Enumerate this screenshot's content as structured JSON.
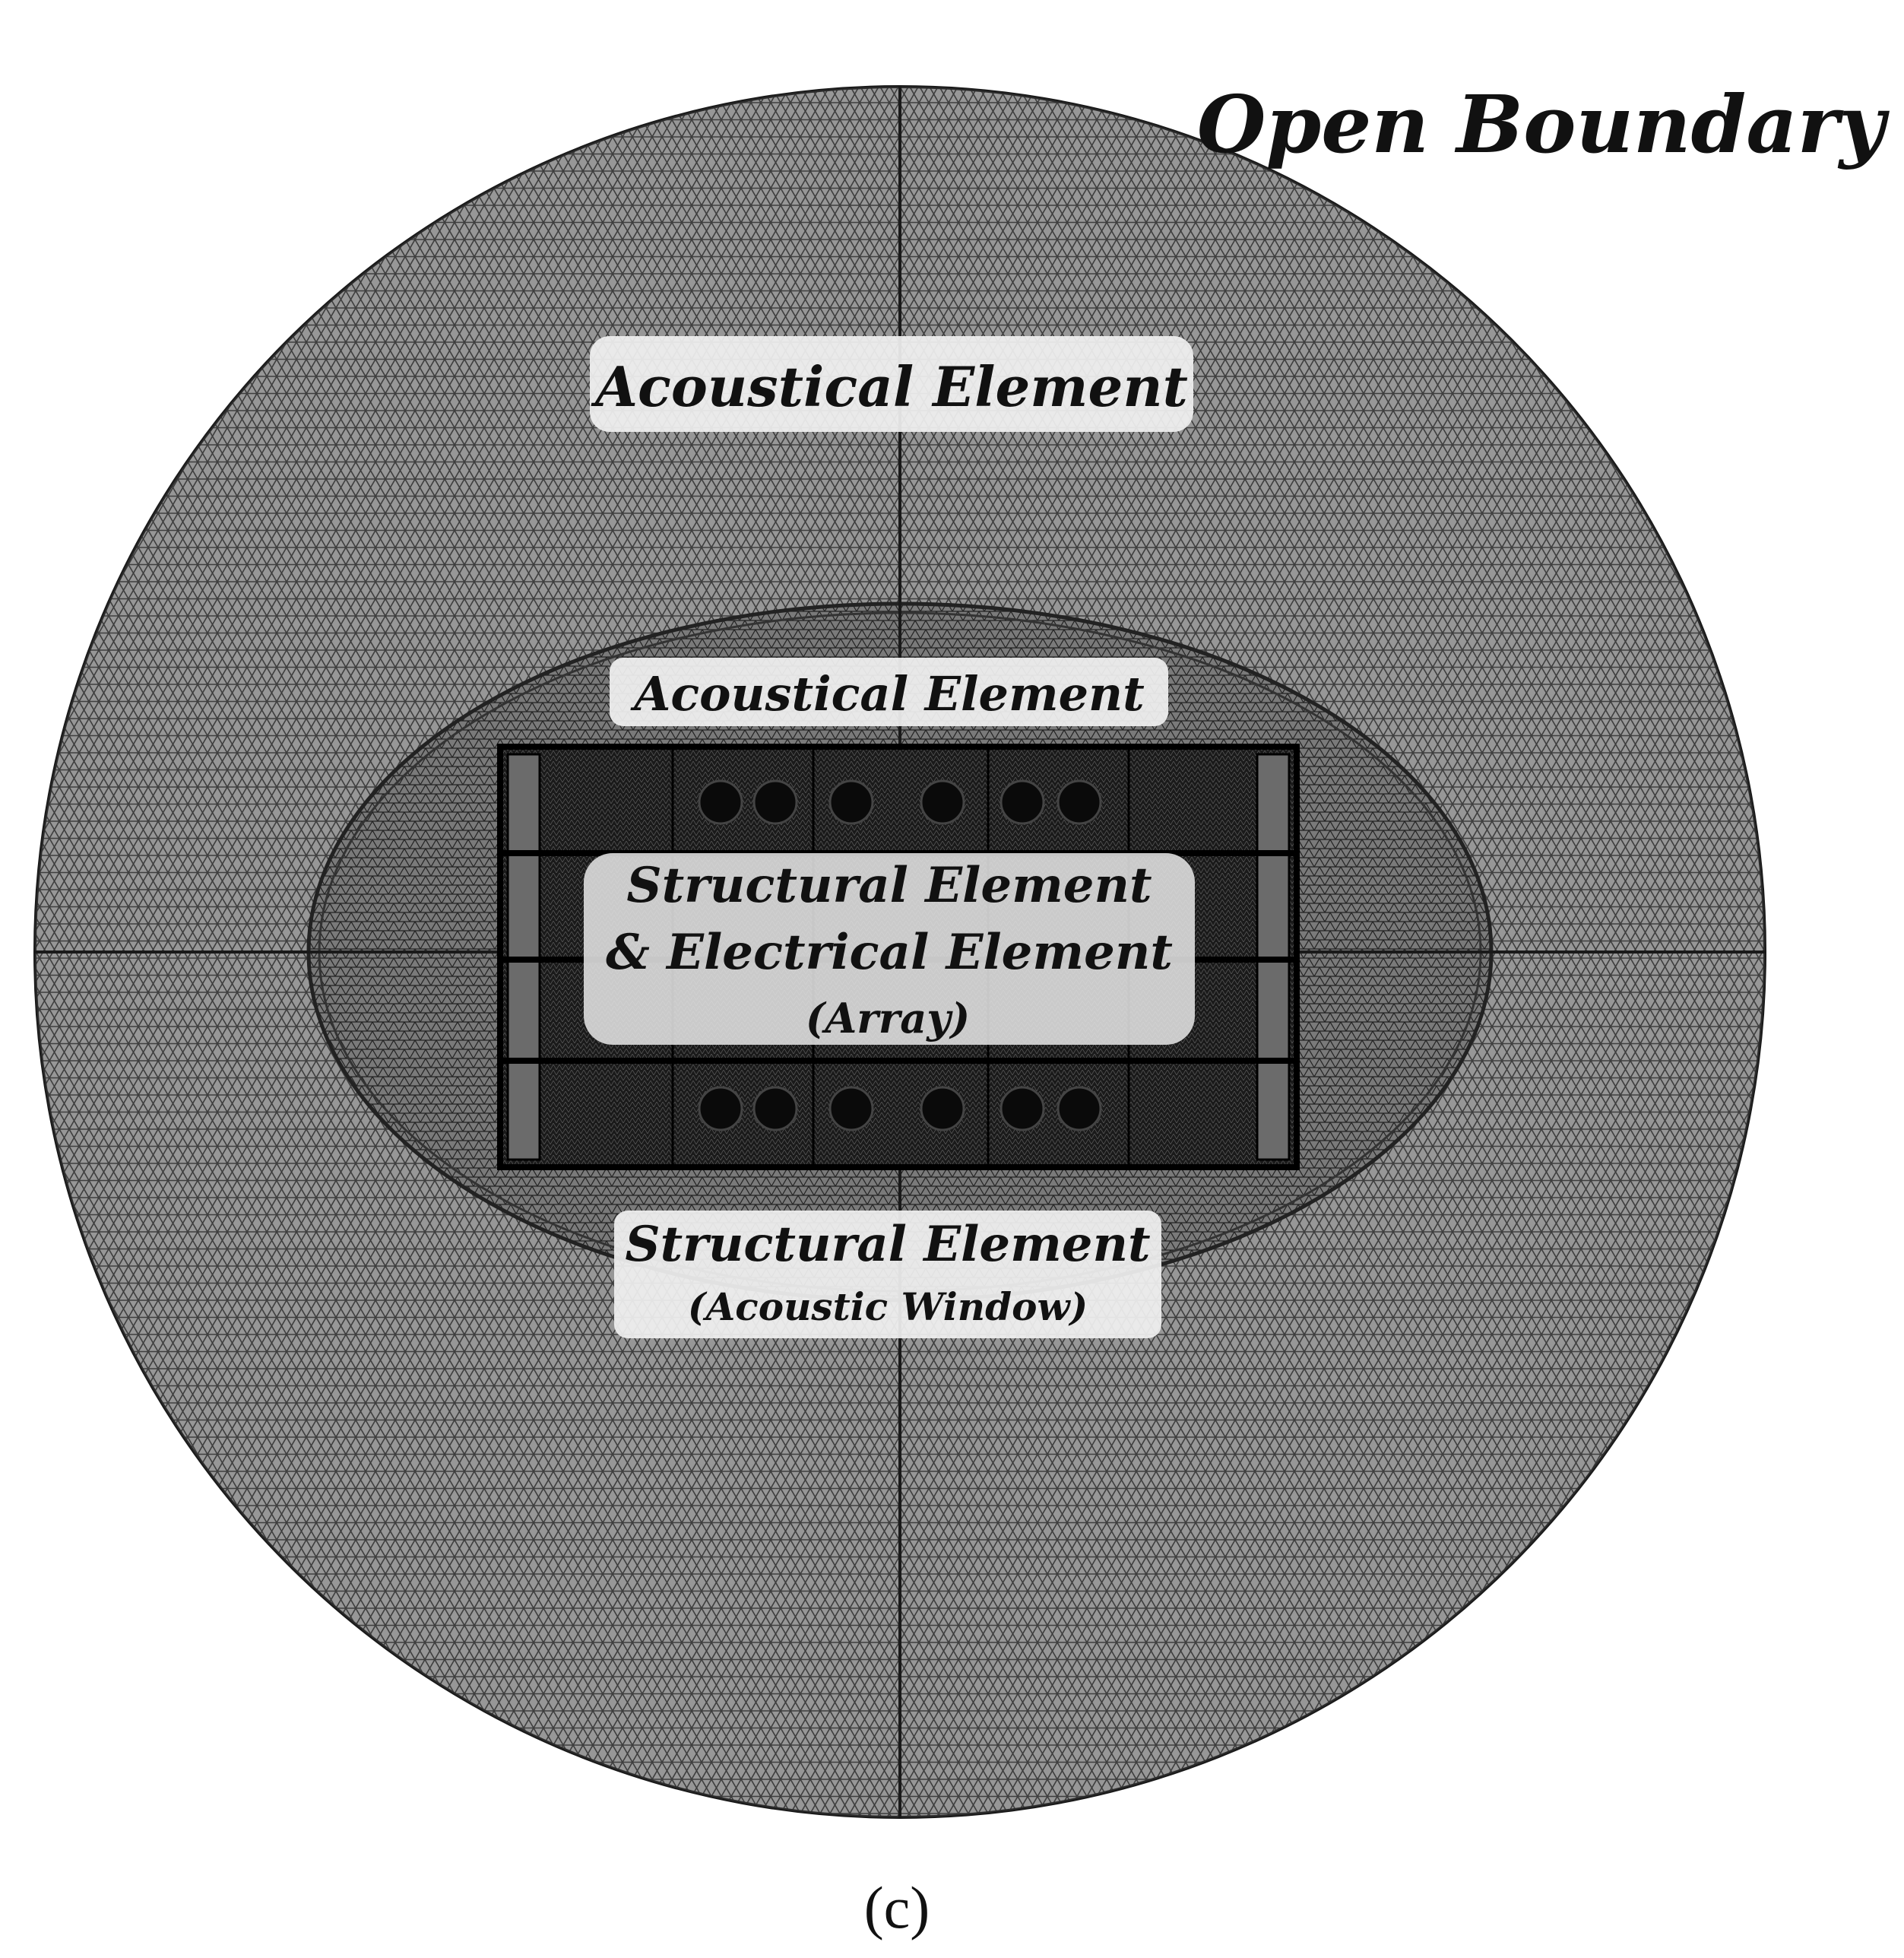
{
  "figure": {
    "title": "Open Boundary",
    "caption": "(c)"
  },
  "labels": {
    "outer_acoustical": "Acoustical Element",
    "inner_acoustical": "Acoustical Element",
    "array_line1": "Structural Element",
    "array_line2": "& Electrical Element",
    "array_line3": "(Array)",
    "window_line1": "Structural Element",
    "window_line2": "(Acoustic Window)"
  },
  "colors": {
    "mesh_fill": "#8a8a8a",
    "mesh_line": "#2c2c2c",
    "array_block": "#141414",
    "label_box": "#f0f0f0",
    "text": "#111111"
  }
}
